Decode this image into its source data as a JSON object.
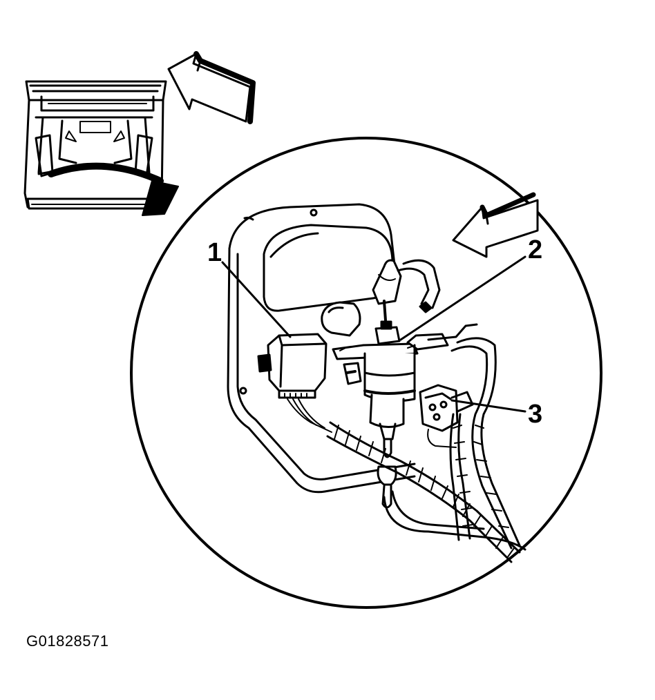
{
  "callouts": [
    {
      "number": "1"
    },
    {
      "number": "2"
    },
    {
      "number": "3"
    }
  ],
  "figure_id": "G01828571"
}
